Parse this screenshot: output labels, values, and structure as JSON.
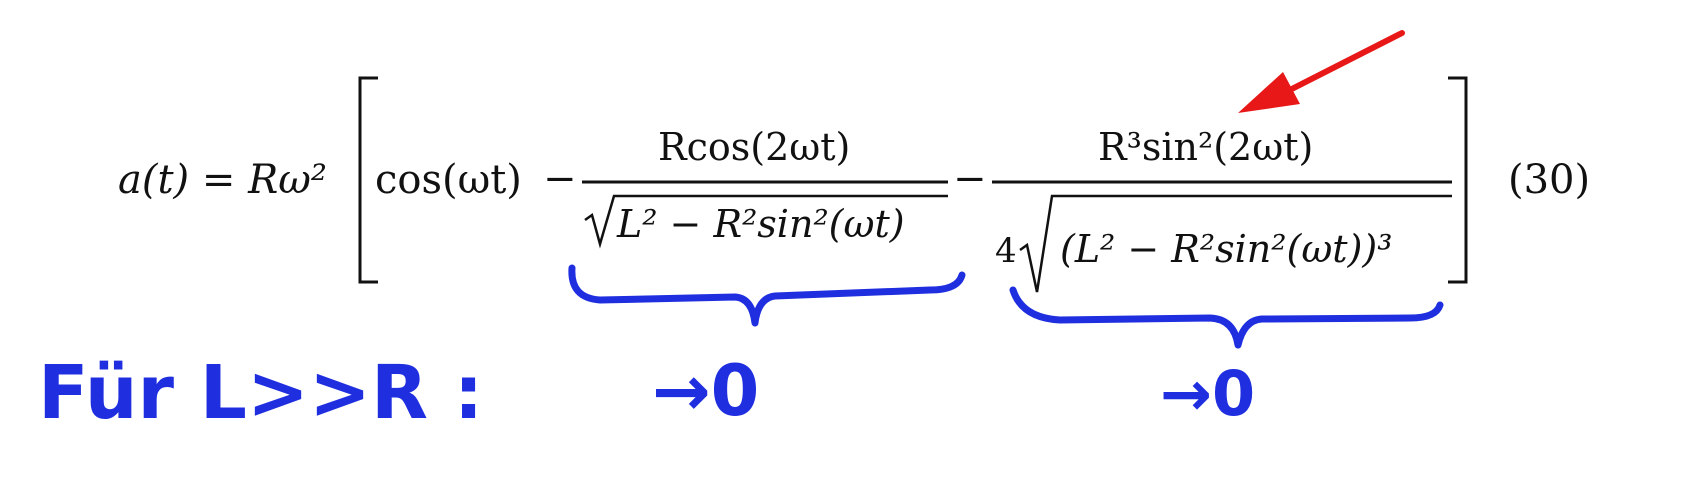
{
  "equation": {
    "lhs": "a(t) = Rω²",
    "term1": "cos(ωt)",
    "minus": "−",
    "frac1_num": "Rcos(2ωt)",
    "frac1_den": "L² − R²sin²(ωt)",
    "frac2_num": "R³sin²(2ωt)",
    "frac2_den_coeff": "4",
    "frac2_den": "(L² − R²sin²(ωt))³",
    "number": "(30)"
  },
  "annotation": {
    "label": "Für L>>R :",
    "limit1": "→0",
    "limit2": "→0"
  },
  "colors": {
    "ink": "#111111",
    "handwriting": "#1f2fe0",
    "arrow": "#e81818"
  }
}
